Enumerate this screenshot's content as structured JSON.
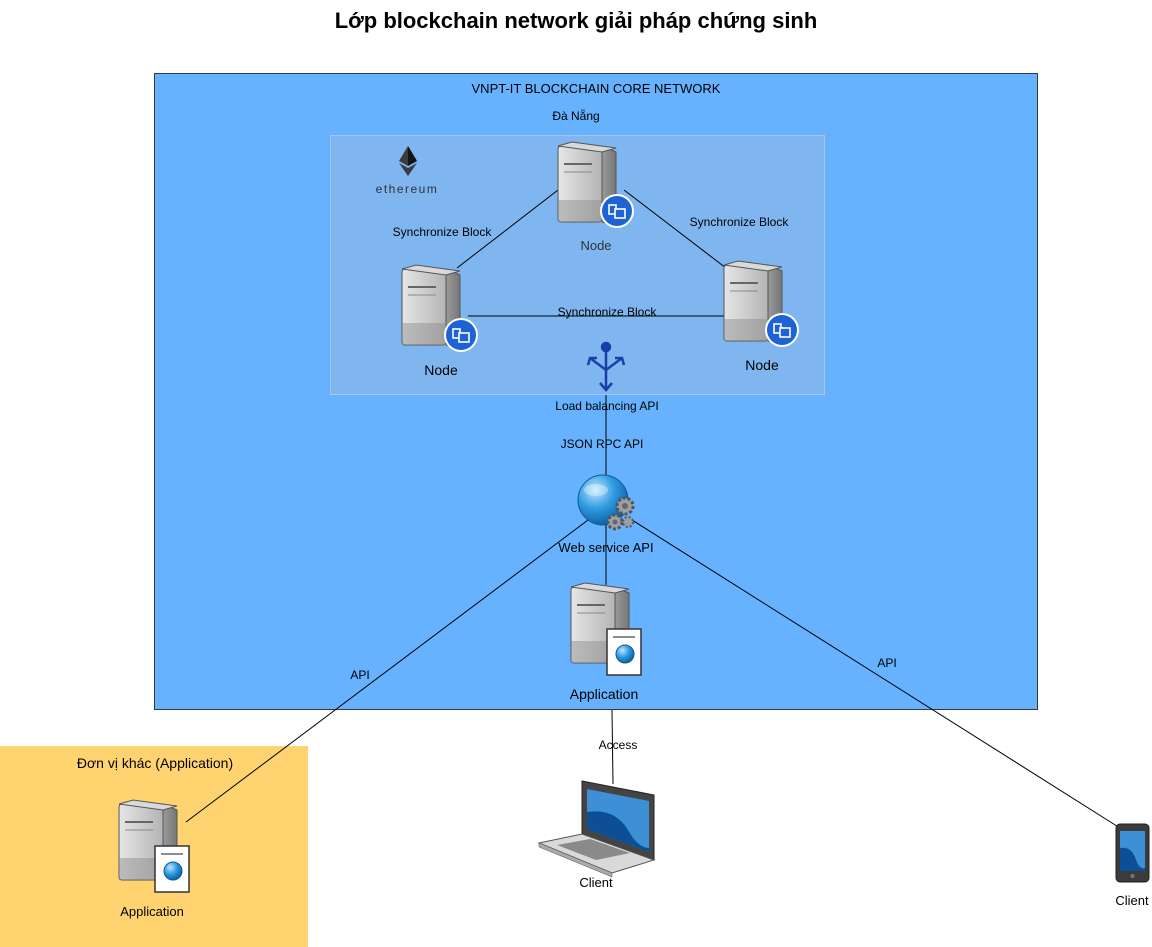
{
  "title": "Lớp blockchain network giải pháp chứng sinh",
  "core_network": {
    "label": "VNPT-IT BLOCKCHAIN CORE NETWORK"
  },
  "region": {
    "label": "Đà Nẵng",
    "logo_text": "ethereum"
  },
  "nodes": [
    {
      "label": "Node"
    },
    {
      "label": "Node"
    },
    {
      "label": "Node"
    }
  ],
  "sync_labels": [
    "Synchronize Block",
    "Synchronize Block",
    "Synchronize Block"
  ],
  "load_balancer": {
    "label": "Load balancing API"
  },
  "json_rpc": {
    "label": "JSON RPC API"
  },
  "web_service": {
    "label": "Web service API"
  },
  "application_main": {
    "label": "Application"
  },
  "other_unit": {
    "label": "Đơn vị khác (Application)",
    "app_label": "Application"
  },
  "edges": {
    "api_left": "API",
    "api_right": "API",
    "access": "Access"
  },
  "clients": [
    {
      "label": "Client",
      "device": "laptop-icon"
    },
    {
      "label": "Client",
      "device": "mobile-phone-icon"
    }
  ],
  "colors": {
    "core_fill": "#66b2ff",
    "region_fill": "#7fb6f0",
    "other_fill": "#ffd470",
    "balancer_blue": "#1b3fa8",
    "node_badge": "#1e63d6"
  }
}
